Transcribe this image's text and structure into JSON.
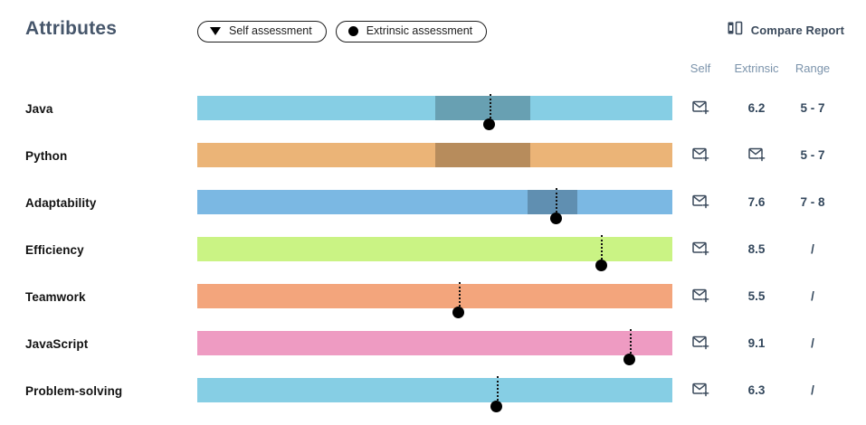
{
  "header": {
    "title": "Attributes",
    "legend": [
      {
        "label": "Self assessment",
        "icon": "triangle-down-icon"
      },
      {
        "label": "Extrinsic assessment",
        "icon": "filled-circle-icon"
      }
    ],
    "compare_report": {
      "label": "Compare Report",
      "icon": "compare-report-icon"
    }
  },
  "columns": {
    "self": "Self",
    "extrinsic": "Extrinsic",
    "range": "Range"
  },
  "colors": {
    "title": "#46566b",
    "column_header": "#7b93ab",
    "value_text": "#33475c",
    "marker": "#000000",
    "range_overlay": "rgba(0,0,0,0.22)"
  },
  "rows": [
    {
      "attribute": "Java",
      "bar_color": "#86cee4",
      "self_icon": "envelope-plus-icon",
      "self_value": "",
      "extrinsic_value": "6.2",
      "range": "5 - 7",
      "range_band": {
        "start_pct": 50.0,
        "end_pct": 70.0
      },
      "marker_pct": 61.5
    },
    {
      "attribute": "Python",
      "bar_color": "#ebb477",
      "self_icon": "envelope-plus-icon",
      "self_value": "",
      "extrinsic_icon": "envelope-plus-icon",
      "extrinsic_value": "",
      "range": "5 - 7",
      "range_band": {
        "start_pct": 50.0,
        "end_pct": 70.0
      },
      "marker_pct": null
    },
    {
      "attribute": "Adaptability",
      "bar_color": "#7bb8e3",
      "self_icon": "envelope-plus-icon",
      "self_value": "",
      "extrinsic_value": "7.6",
      "range": "7 - 8",
      "range_band": {
        "start_pct": 69.5,
        "end_pct": 80.0
      },
      "marker_pct": 75.5
    },
    {
      "attribute": "Efficiency",
      "bar_color": "#caf384",
      "self_icon": "envelope-plus-icon",
      "self_value": "",
      "extrinsic_value": "8.5",
      "range": "/",
      "range_band": null,
      "marker_pct": 85.0
    },
    {
      "attribute": "Teamwork",
      "bar_color": "#f3a57c",
      "self_icon": "envelope-plus-icon",
      "self_value": "",
      "extrinsic_value": "5.5",
      "range": "/",
      "range_band": null,
      "marker_pct": 55.0
    },
    {
      "attribute": "JavaScript",
      "bar_color": "#ee9bc2",
      "self_icon": "envelope-plus-icon",
      "self_value": "",
      "extrinsic_value": "9.1",
      "range": "/",
      "range_band": null,
      "marker_pct": 91.0
    },
    {
      "attribute": "Problem-solving",
      "bar_color": "#86cee4",
      "self_icon": "envelope-plus-icon",
      "self_value": "",
      "extrinsic_value": "6.3",
      "range": "/",
      "range_band": null,
      "marker_pct": 63.0
    }
  ],
  "chart_data": {
    "type": "bar",
    "title": "Attributes",
    "categories": [
      "Java",
      "Python",
      "Adaptability",
      "Efficiency",
      "Teamwork",
      "JavaScript",
      "Problem-solving"
    ],
    "series": [
      {
        "name": "Extrinsic assessment",
        "values": [
          6.2,
          null,
          7.6,
          8.5,
          5.5,
          9.1,
          6.3
        ]
      }
    ],
    "ranges": [
      [
        5,
        7
      ],
      [
        5,
        7
      ],
      [
        7,
        8
      ],
      null,
      null,
      null,
      null
    ],
    "xlabel": "",
    "ylabel": "",
    "ylim": [
      0,
      10
    ],
    "grid": false,
    "legend": [
      "Self assessment",
      "Extrinsic assessment"
    ],
    "legend_position": "top"
  }
}
